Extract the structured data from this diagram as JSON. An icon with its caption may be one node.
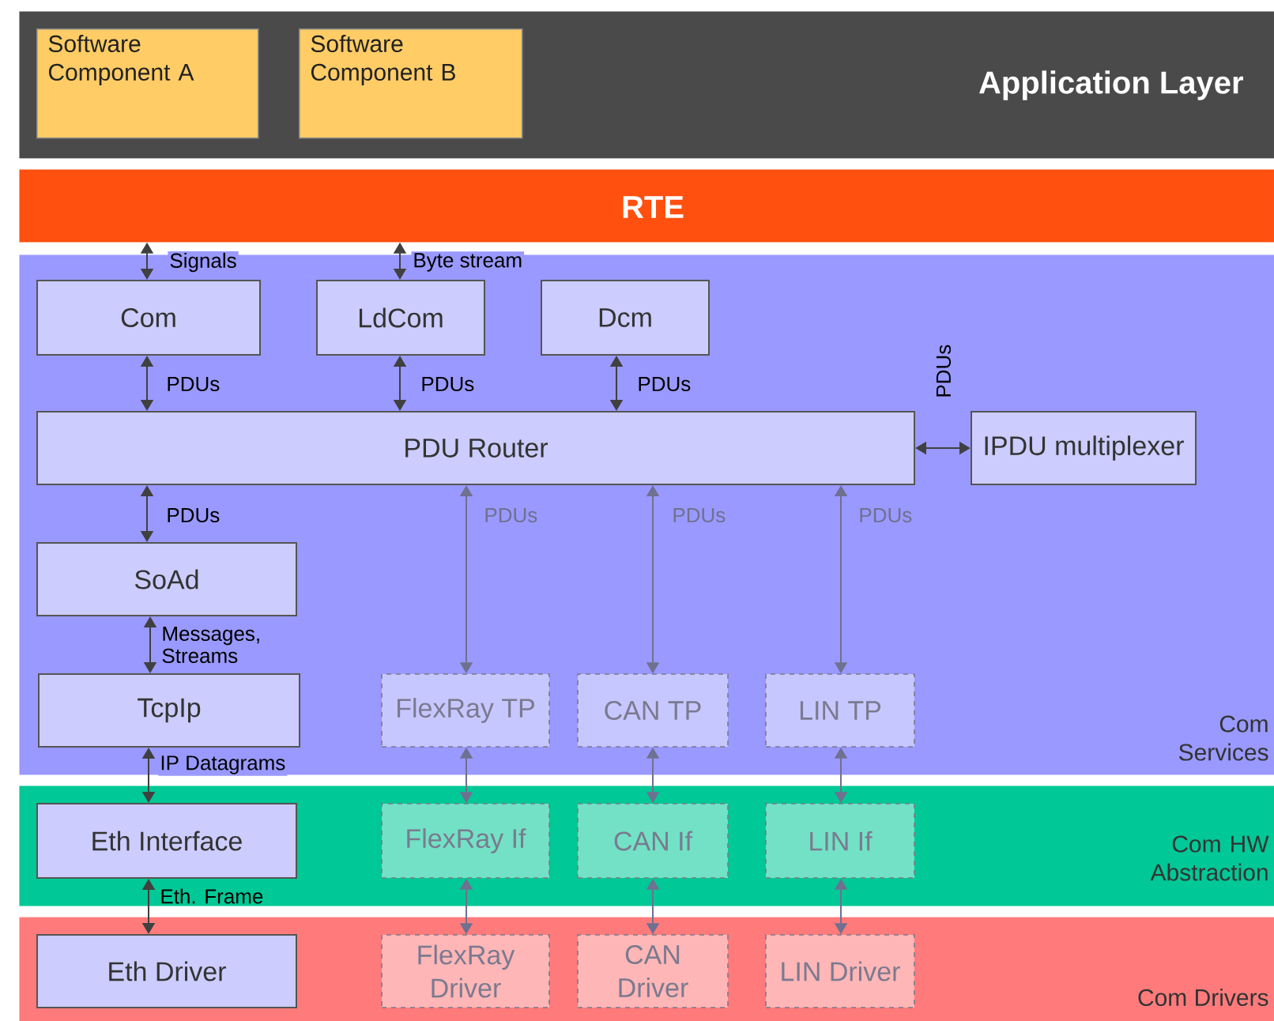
{
  "diagram": {
    "nodes": [
      {
        "text": [
          "Application Layer"
        ]
      },
      {
        "text": [
          "Software Component A"
        ],
        "in": 0
      },
      {
        "text": [
          "Software Component B"
        ],
        "in": 0
      },
      {
        "text": [
          "RTE"
        ]
      },
      {
        "text": [
          "Com Services"
        ]
      },
      {
        "text": [
          "Com"
        ],
        "in": 4
      },
      {
        "text": [
          "LdCom"
        ],
        "in": 4
      },
      {
        "text": [
          "Dcm"
        ],
        "in": 4
      },
      {
        "text": [
          "PDU Router"
        ],
        "in": 4
      },
      {
        "text": [
          "IPDU multiplexer"
        ],
        "in": 4
      },
      {
        "text": [
          "SoAd"
        ],
        "in": 4
      },
      {
        "text": [
          "TcpIp"
        ],
        "in": 4
      },
      {
        "text": [
          "FlexRay TP"
        ],
        "in": 4
      },
      {
        "text": [
          "CAN TP"
        ],
        "in": 4
      },
      {
        "text": [
          "LIN TP"
        ],
        "in": 4
      },
      {
        "text": [
          "Com HW Abstraction"
        ]
      },
      {
        "text": [
          "Eth Interface"
        ],
        "in": 15
      },
      {
        "text": [
          "FlexRay If"
        ],
        "in": 15
      },
      {
        "text": [
          "CAN If"
        ],
        "in": 15
      },
      {
        "text": [
          "LIN If"
        ],
        "in": 15
      },
      {
        "text": [
          "Com Drivers"
        ]
      },
      {
        "text": [
          "Eth Driver"
        ],
        "in": 20
      },
      {
        "text": [
          "FlexRay Driver"
        ],
        "in": 20
      },
      {
        "text": [
          "CAN Driver"
        ],
        "in": 20
      },
      {
        "text": [
          "LIN Driver"
        ],
        "in": 20
      }
    ],
    "edges": [
      {
        "from": 3,
        "to": 5,
        "arrow": "both",
        "label": "Signals"
      },
      {
        "from": 3,
        "to": 6,
        "arrow": "both",
        "label": "Byte stream"
      },
      {
        "from": 5,
        "to": 8,
        "arrow": "both",
        "label": "PDUs"
      },
      {
        "from": 6,
        "to": 8,
        "arrow": "both",
        "label": "PDUs"
      },
      {
        "from": 7,
        "to": 8,
        "arrow": "both",
        "label": "PDUs"
      },
      {
        "from": 8,
        "to": 9,
        "arrow": "both",
        "label": "PDUs"
      },
      {
        "from": 8,
        "to": 10,
        "arrow": "both",
        "label": "PDUs"
      },
      {
        "from": 10,
        "to": 11,
        "arrow": "both",
        "label": "Messages, Streams"
      },
      {
        "from": 8,
        "to": 12,
        "arrow": "both",
        "label": "PDUs",
        "color": "#707090"
      },
      {
        "from": 8,
        "to": 13,
        "arrow": "both",
        "label": "PDUs",
        "color": "#707090"
      },
      {
        "from": 8,
        "to": 14,
        "arrow": "both",
        "label": "PDUs",
        "color": "#707090"
      },
      {
        "from": 11,
        "to": 16,
        "arrow": "both",
        "label": "IP Datagrams"
      },
      {
        "from": 12,
        "to": 17,
        "arrow": "both",
        "color": "#707090"
      },
      {
        "from": 13,
        "to": 18,
        "arrow": "both",
        "color": "#707090"
      },
      {
        "from": 14,
        "to": 19,
        "arrow": "both",
        "color": "#707090"
      },
      {
        "from": 16,
        "to": 21,
        "arrow": "both",
        "label": "Eth. Frame"
      },
      {
        "from": 17,
        "to": 22,
        "arrow": "both",
        "color": "#707090"
      },
      {
        "from": 18,
        "to": 23,
        "arrow": "both",
        "color": "#707090"
      },
      {
        "from": 19,
        "to": 24,
        "arrow": "both",
        "color": "#707090"
      }
    ]
  }
}
